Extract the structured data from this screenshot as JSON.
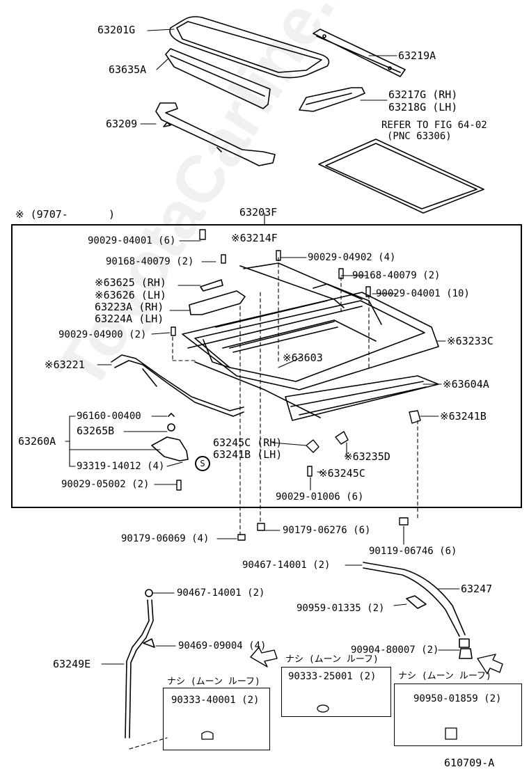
{
  "watermark": "ToyotaCarline.ru",
  "diagram_id": "610709-A",
  "refer_note": {
    "line1": "REFER TO FIG 64-02",
    "line2": "(PNC 63306)"
  },
  "frame_note": {
    "prefix": "※ (9707-",
    "suffix": ")"
  },
  "box_title": "63203F",
  "circle_symbol": "S",
  "parts": {
    "p63201G": "63201G",
    "p63635A": "63635A",
    "p63209": "63209",
    "p63219A": "63219A",
    "p63217G": "63217G (RH)",
    "p63218G": "63218G (LH)",
    "b1": "90029-04001 (6)",
    "b2": "※63214F",
    "b3": "90168-40079 (2)",
    "b4": "90029-04902 (4)",
    "b5": "※63625 (RH)",
    "b6": "※63626 (LH)",
    "b7": "90168-40079 (2)",
    "b8": "63223A (RH)",
    "b9": "63224A (LH)",
    "b10": "90029-04001 (10)",
    "b11": "90029-04900 (2)",
    "b12": "※63233C",
    "b13": "※63221",
    "b14": "※63603",
    "b15": "※63604A",
    "b16": "96160-00400",
    "b17": "63265B",
    "b18": "63260A",
    "b19": "※63241B",
    "b20": "63245C (RH)",
    "b21": "63241B (LH)",
    "b22": "※63235D",
    "b23": "93319-14012 (4)",
    "b24": "90029-05002 (2)",
    "b25": "※63245C",
    "b26": "90029-01006 (6)",
    "o1": "90179-06276 (6)",
    "o2": "90179-06069 (4)",
    "o3": "90119-06746 (6)",
    "o4": "90467-14001 (2)",
    "o5": "63247",
    "o6": "90467-14001 (2)",
    "o7": "90959-01335 (2)",
    "o8": "63249E",
    "o9": "90469-09004 (4)",
    "o10": "90904-80007 (2)"
  },
  "callouts": [
    {
      "header": "ナシ (ムーン ルーフ)",
      "part": "90333-40001 (2)"
    },
    {
      "header": "ナシ (ムーン ルーフ)",
      "part": "90333-25001 (2)"
    },
    {
      "header": "ナシ (ムーン ルーフ)",
      "part": "90950-01859 (2)"
    }
  ]
}
